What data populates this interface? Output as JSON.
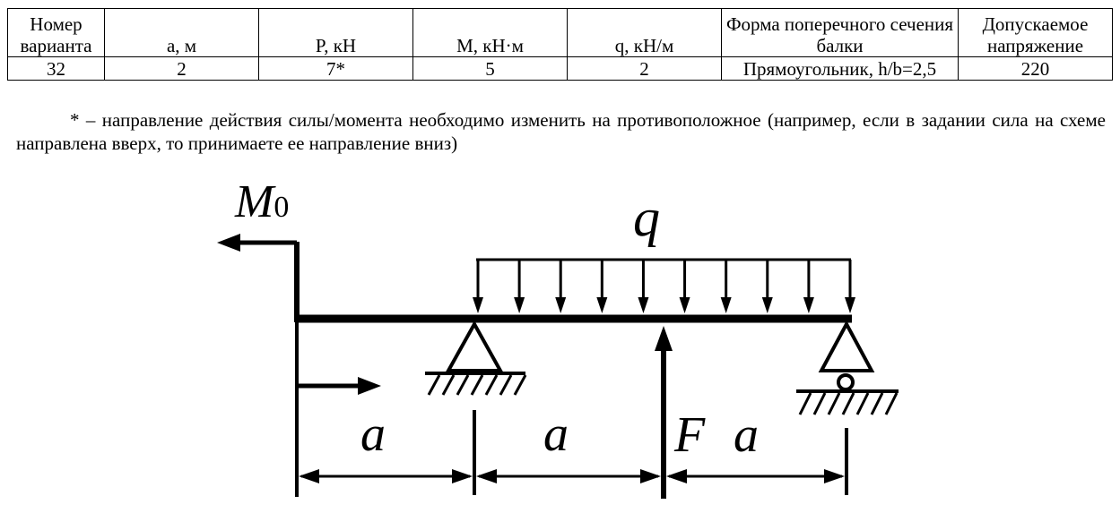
{
  "table": {
    "headers": [
      "Номер варианта",
      "a, м",
      "P, кН",
      "M, кН·м",
      "q, кН/м",
      "Форма поперечного сечения балки",
      "Допускаемое напряжение"
    ],
    "row": [
      "32",
      "2",
      "7*",
      "5",
      "2",
      "Прямоугольник, h/b=2,5",
      "220"
    ]
  },
  "note": "* – направление действия силы/момента необходимо изменить на противоположное (например, если в задании сила на схеме направлена вверх, то принимаете ее направление вниз)",
  "diagram": {
    "moment_label": "M",
    "moment_subscript": "0",
    "load_label": "q",
    "force_label": "F",
    "span_labels": [
      "a",
      "a",
      "a"
    ],
    "load_arrow_count": 10
  }
}
